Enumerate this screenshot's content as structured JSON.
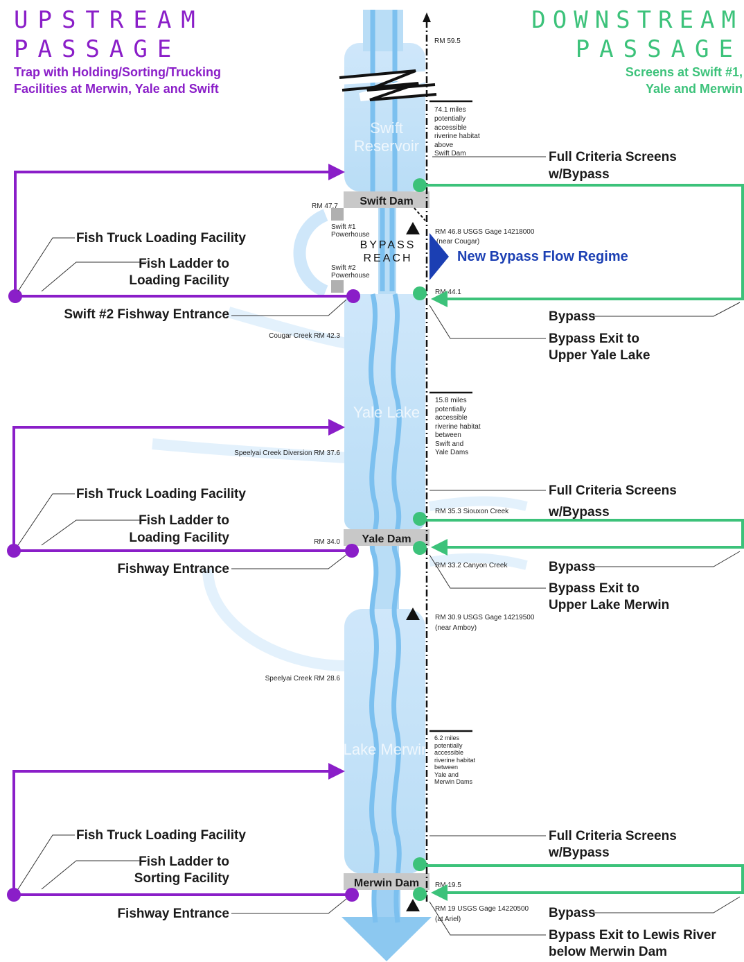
{
  "upstream": {
    "title_line1": "UPSTREAM",
    "title_line2": "PASSAGE",
    "subtitle_line1": "Trap with Holding/Sorting/Trucking",
    "subtitle_line2": "Facilities at Merwin, Yale and Swift"
  },
  "downstream": {
    "title_line1": "DOWNSTREAM",
    "title_line2": "PASSAGE",
    "subtitle_line1": "Screens at Swift #1,",
    "subtitle_line2": "Yale and Merwin"
  },
  "river_miles": {
    "rm_59_5": "RM 59.5",
    "rm_47_7": "RM 47.7",
    "rm_46_8_line1": "RM 46.8 USGS Gage 14218000",
    "rm_46_8_line2": "(near Cougar)",
    "rm_44_1": "RM 44.1",
    "cougar_creek": "Cougar Creek RM 42.3",
    "speelyai_diversion": "Speelyai Creek Diversion RM 37.6",
    "siouxon_creek": "RM 35.3 Siouxon Creek",
    "rm_34_0": "RM 34.0",
    "canyon_creek": "RM 33.2 Canyon Creek",
    "rm_30_9_line1": "RM 30.9 USGS Gage 14219500",
    "rm_30_9_line2": "(near Amboy)",
    "speelyai_creek": "Speelyai Creek RM 28.6",
    "rm_19_5": "RM 19.5",
    "rm_19_line1": "RM 19 USGS Gage 14220500",
    "rm_19_line2": "(at Ariel)"
  },
  "water_bodies": {
    "swift_reservoir_line1": "Swift",
    "swift_reservoir_line2": "Reservoir",
    "yale_lake": "Yale Lake",
    "lake_merwin": "Lake Merwin",
    "bypass_reach_line1": "BYPASS",
    "bypass_reach_line2": "REACH"
  },
  "powerhouses": {
    "swift1_line1": "Swift #1",
    "swift1_line2": "Powerhouse",
    "swift2_line1": "Swift #2",
    "swift2_line2": "Powerhouse"
  },
  "dams": {
    "swift": "Swift Dam",
    "yale": "Yale Dam",
    "merwin": "Merwin Dam"
  },
  "habitat_notes": {
    "swift": [
      "74.1 miles",
      "potentially",
      "accessible",
      "riverine habitat",
      "above",
      "Swift Dam"
    ],
    "yale": [
      "15.8 miles",
      "potentially",
      "accessible",
      "riverine habitat",
      "between",
      "Swift and",
      "Yale Dams"
    ],
    "merwin": [
      "6.2 miles",
      "potentially",
      "accessible",
      "riverine habitat",
      "between",
      "Yale and",
      "Merwin Dams"
    ]
  },
  "new_bypass_flow_regime": "New Bypass Flow Regime",
  "upstream_labels": {
    "swift_truck": "Fish Truck Loading Facility",
    "swift_ladder_line1": "Fish Ladder to",
    "swift_ladder_line2": "Loading Facility",
    "swift_entrance": "Swift #2 Fishway Entrance",
    "yale_truck": "Fish Truck Loading Facility",
    "yale_ladder_line1": "Fish Ladder to",
    "yale_ladder_line2": "Loading Facility",
    "yale_entrance": "Fishway Entrance",
    "merwin_truck": "Fish Truck Loading Facility",
    "merwin_ladder_line1": "Fish Ladder to",
    "merwin_ladder_line2": "Sorting Facility",
    "merwin_entrance": "Fishway Entrance"
  },
  "downstream_labels": {
    "swift_screens_line1": "Full Criteria Screens",
    "swift_screens_line2": "w/Bypass",
    "swift_bypass": "Bypass",
    "swift_exit_line1": "Bypass Exit to",
    "swift_exit_line2": "Upper Yale Lake",
    "yale_screens_line1": "Full Criteria Screens",
    "yale_screens_line2": "w/Bypass",
    "yale_bypass": "Bypass",
    "yale_exit_line1": "Bypass Exit to",
    "yale_exit_line2": "Upper Lake Merwin",
    "merwin_screens_line1": "Full Criteria Screens",
    "merwin_screens_line2": "w/Bypass",
    "merwin_bypass": "Bypass",
    "merwin_exit_line1": "Bypass Exit to Lewis River",
    "merwin_exit_line2": "below Merwin Dam"
  },
  "colors": {
    "upstream_purple": "#8a1ec8",
    "downstream_green": "#3cc27a",
    "water_light": "#d8ecfb",
    "water_mid": "#b7dcf6",
    "channel": "#7cc0ef",
    "dam_gray": "#c8c8c8",
    "bypass_blue": "#1b3fb3"
  }
}
